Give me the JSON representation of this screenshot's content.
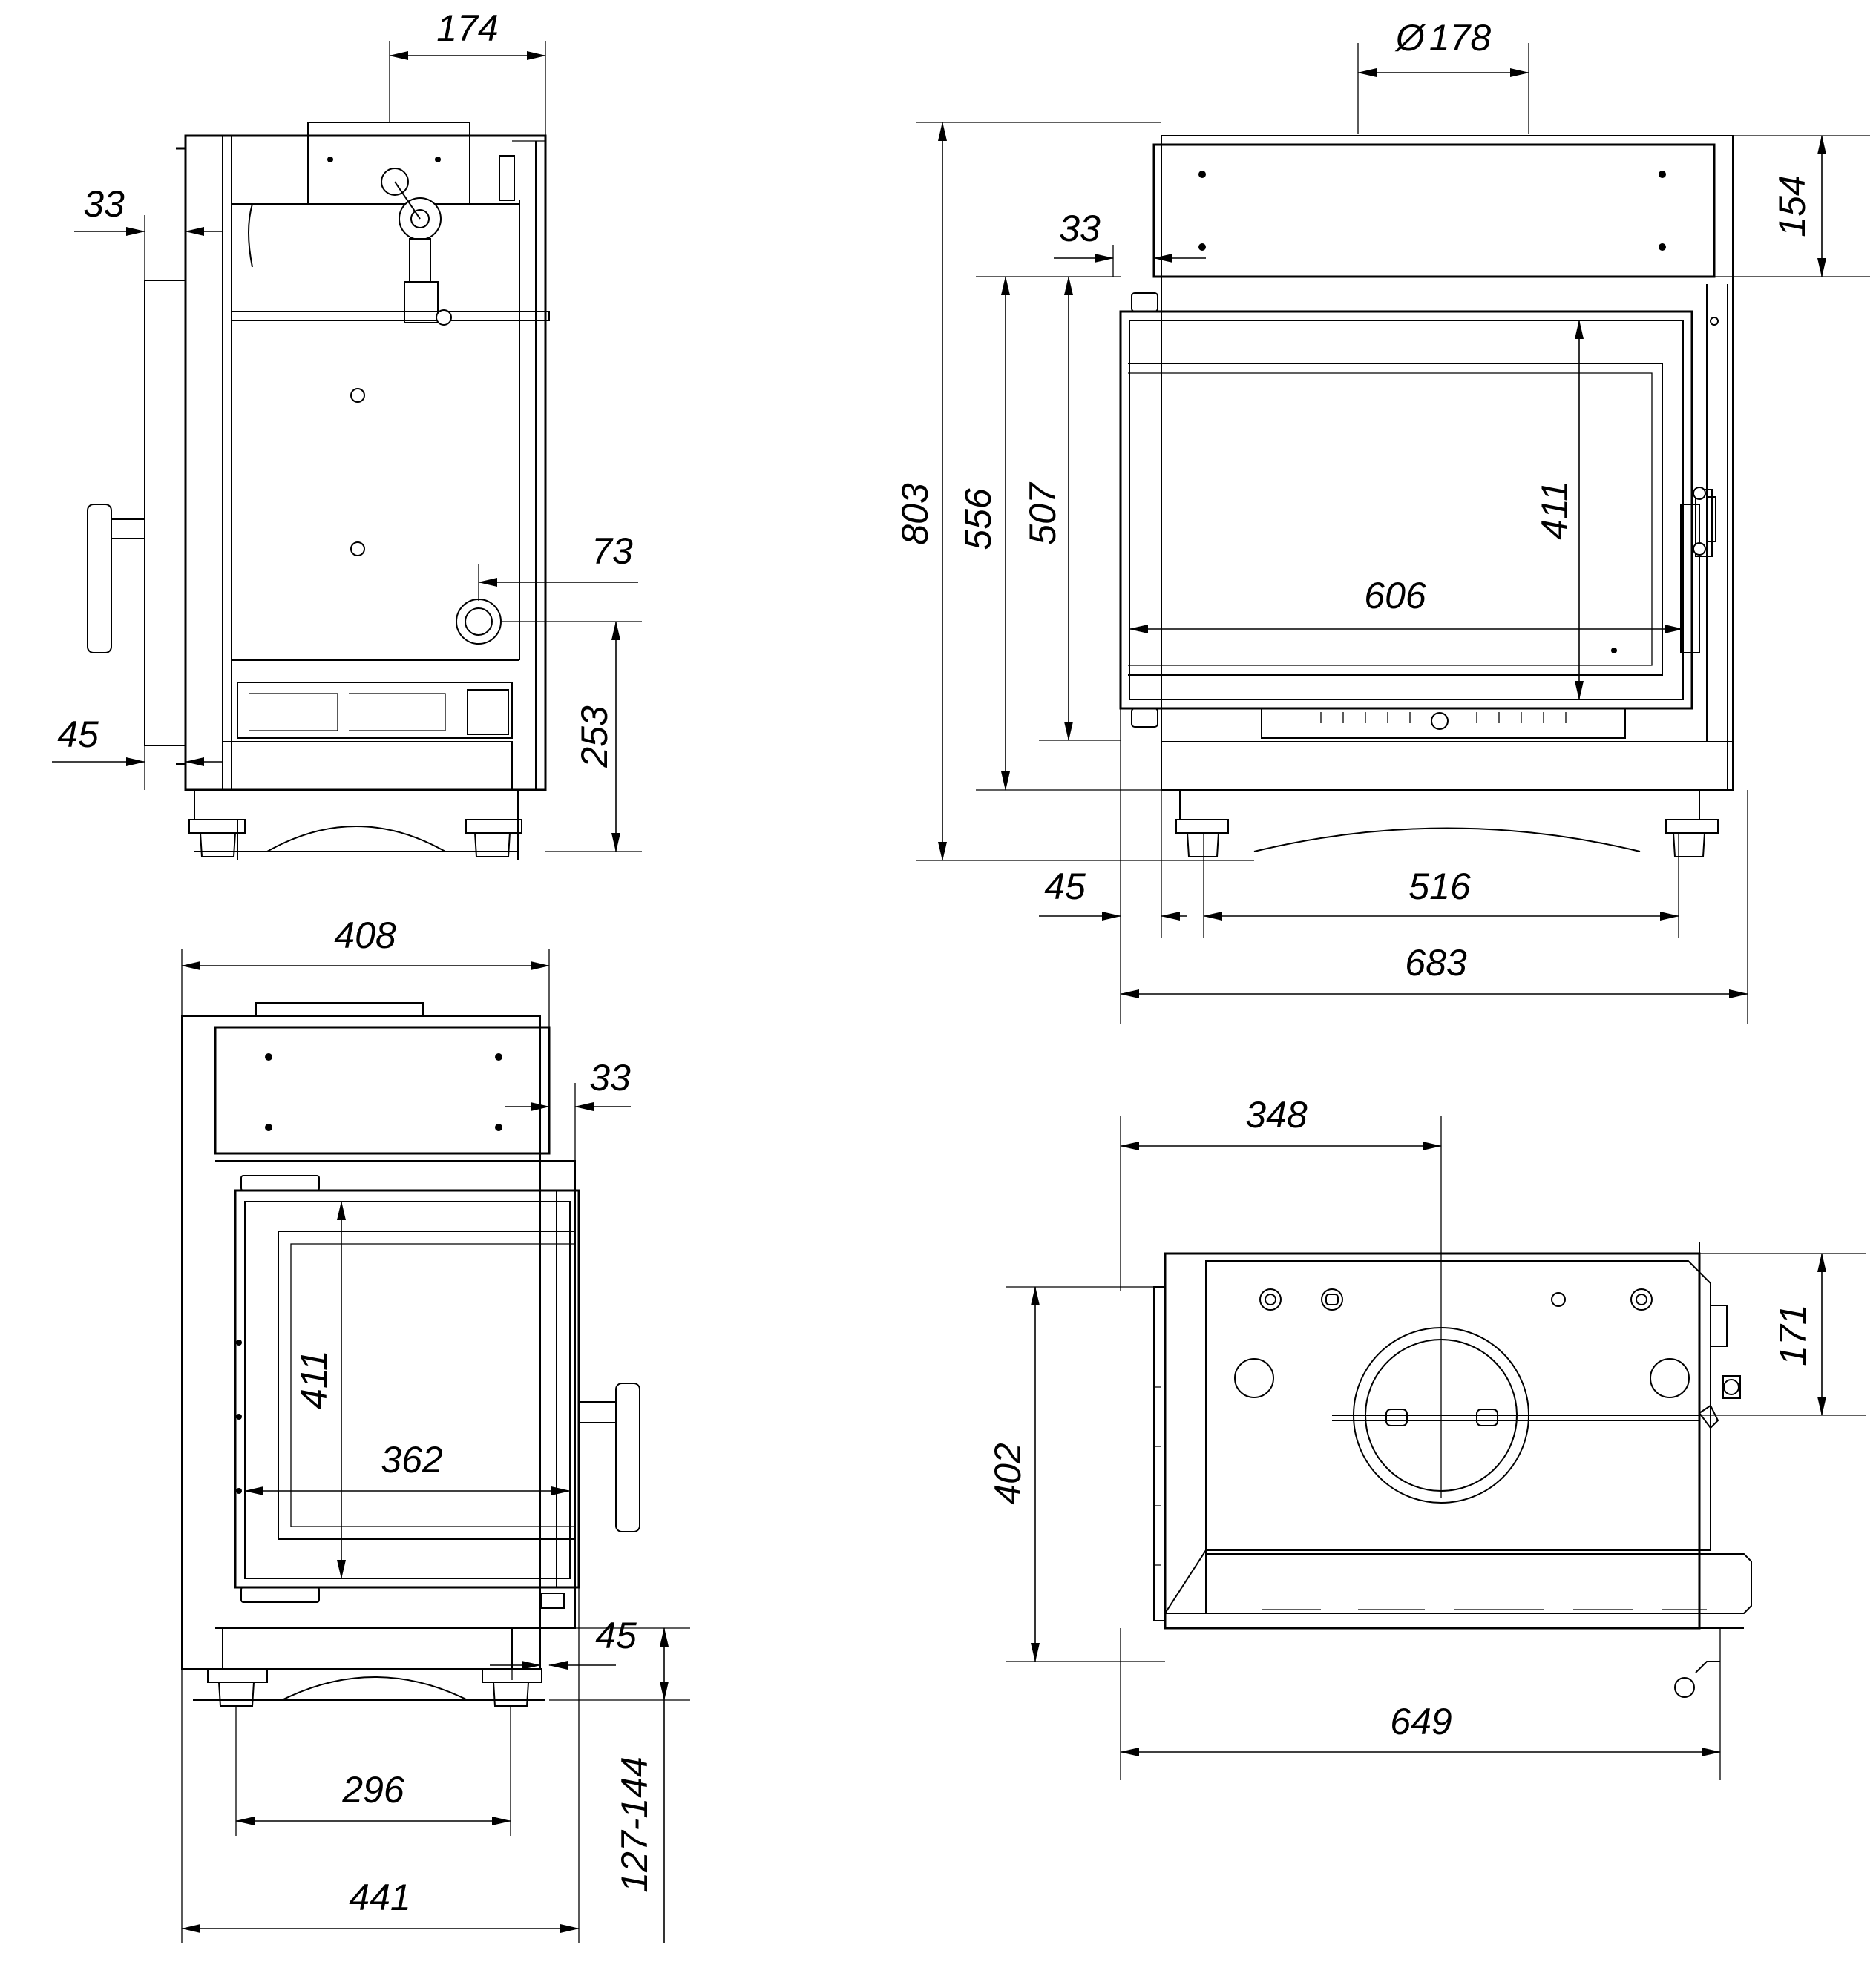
{
  "side_view": {
    "dim_top_width": "174",
    "dim_frame_offset_upper": "33",
    "dim_frame_offset_lower": "45",
    "dim_spigot_offset": "73",
    "dim_spigot_height": "253"
  },
  "front_view": {
    "dim_flue_diameter": "178",
    "dim_flue_symbol": "Ø",
    "dim_top_height": "154",
    "dim_frame_offset": "33",
    "dim_total_height": "803",
    "dim_opening_height_outer": "556",
    "dim_opening_height_inner": "507",
    "dim_glass_height": "411",
    "dim_glass_width": "606",
    "dim_left_offset": "45",
    "dim_feet_spacing": "516",
    "dim_total_width": "683"
  },
  "end_view": {
    "dim_body_width": "408",
    "dim_frame_offset": "33",
    "dim_glass_height": "411",
    "dim_glass_width": "362",
    "dim_base_offset": "45",
    "dim_feet_spacing": "296",
    "dim_total_width": "441",
    "dim_leg_height": "127-144"
  },
  "top_view": {
    "dim_flue_offset": "348",
    "dim_flue_depth": "171",
    "dim_total_depth": "402",
    "dim_total_width": "649"
  },
  "icons": {
    "arrow": "arrowhead",
    "bolt": "bolt-dot",
    "handle": "door-handle"
  }
}
